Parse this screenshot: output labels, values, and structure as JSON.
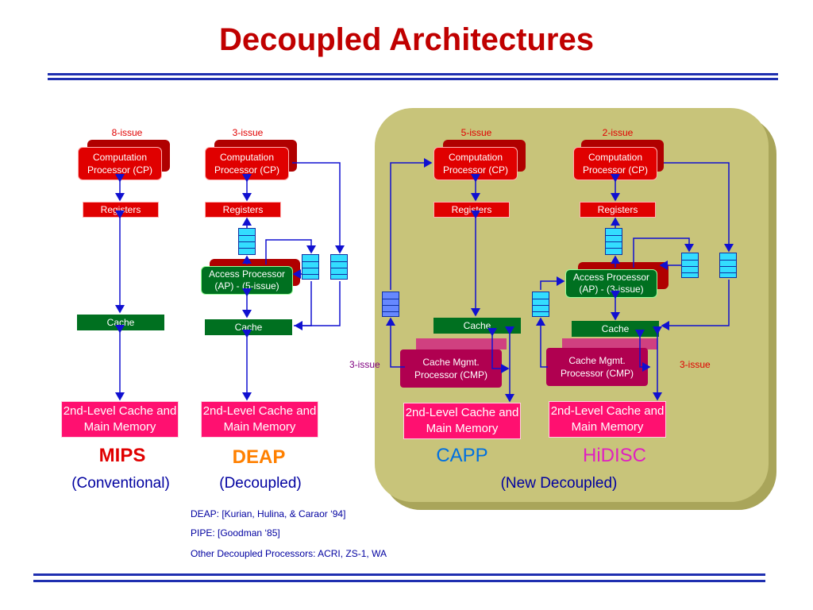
{
  "title": "Decoupled Architectures",
  "mips": {
    "issue": "8-issue",
    "cp": "Computation Processor (CP)",
    "registers": "Registers",
    "cache": "Cache",
    "memory": "2nd-Level Cache and Main Memory",
    "name": "MIPS",
    "subtitle": "(Conventional)"
  },
  "deap": {
    "issue": "3-issue",
    "cp": "Computation Processor (CP)",
    "registers": "Registers",
    "ap": "Access Processor (AP) - (5-issue)",
    "cache": "Cache",
    "memory": "2nd-Level Cache and Main Memory",
    "name": "DEAP",
    "subtitle": "(Decoupled)"
  },
  "capp": {
    "issue": "5-issue",
    "cp": "Computation Processor (CP)",
    "registers": "Registers",
    "cache": "Cache",
    "cmp": "Cache Mgmt. Processor (CMP)",
    "cmp_issue": "3-issue",
    "memory": "2nd-Level Cache and Main Memory",
    "name": "CAPP"
  },
  "hidisc": {
    "issue": "2-issue",
    "cp": "Computation Processor (CP)",
    "registers": "Registers",
    "ap": "Access Processor (AP) -  (3-issue)",
    "cache": "Cache",
    "cmp": "Cache Mgmt. Processor (CMP)",
    "cmp_issue": "3-issue",
    "memory": "2nd-Level Cache and Main Memory",
    "name": "HiDISC"
  },
  "new_decoupled": "(New Decoupled)",
  "refs": [
    "DEAP: [Kurian, Hulina, & Caraor ‘94]",
    "PIPE: [Goodman ‘85]",
    "Other Decoupled Processors: ACRI, ZS-1, WA"
  ],
  "colors": {
    "title": "#c00000",
    "rule": "#1f2fb0",
    "panel": "#c8c47a",
    "processor_red": "#e00000",
    "access_green": "#007020",
    "memory_pink": "#ff1070",
    "cmp_maroon": "#b00050",
    "arrow_blue": "#1010d0",
    "queue_cyan": "#33ddff"
  }
}
